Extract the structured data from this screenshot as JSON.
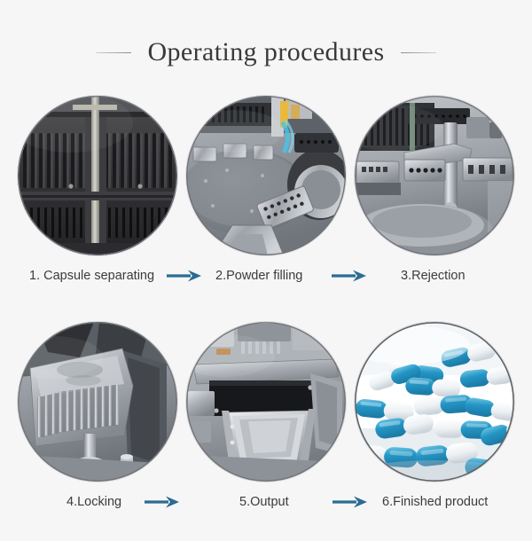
{
  "page": {
    "background_color": "#f6f6f6",
    "title": "Operating procedures",
    "title_color": "#3a3a3a",
    "caption_color": "#3b3b3b",
    "arrow_color": "#2b6c92",
    "decor_left": "title-rule-left",
    "decor_right": "title-rule-right"
  },
  "steps": [
    {
      "index": 1,
      "caption": "1. Capsule separating",
      "image_name": "capsule-separating-photo",
      "image_alt": "Dark ribbed capsule separating plates of a capsule filling machine"
    },
    {
      "index": 2,
      "caption": "2.Powder filling",
      "image_name": "powder-filling-photo",
      "image_alt": "Rotating turntable with powder dosing station and metal tooling"
    },
    {
      "index": 3,
      "caption": "3.Rejection",
      "image_name": "rejection-photo",
      "image_alt": "Rejection station with vertical shaft and stainless tooling"
    },
    {
      "index": 4,
      "caption": "4.Locking",
      "image_name": "locking-photo",
      "image_alt": "Locking station with rows of pins pressing capsules closed"
    },
    {
      "index": 5,
      "caption": "5.Output",
      "image_name": "output-photo",
      "image_alt": "Stainless steel output chute discharging finished capsules"
    },
    {
      "index": 6,
      "caption": "6.Finished product",
      "image_name": "finished-product-photo",
      "image_alt": "Pile of blue and white finished capsules"
    }
  ],
  "arrows": [
    {
      "name": "arrow-step-1-to-2",
      "glyph": "right-arrow-icon"
    },
    {
      "name": "arrow-step-2-to-3",
      "glyph": "right-arrow-icon"
    },
    {
      "name": "arrow-step-4-to-5",
      "glyph": "right-arrow-icon"
    },
    {
      "name": "arrow-step-5-to-6",
      "glyph": "right-arrow-icon"
    }
  ]
}
